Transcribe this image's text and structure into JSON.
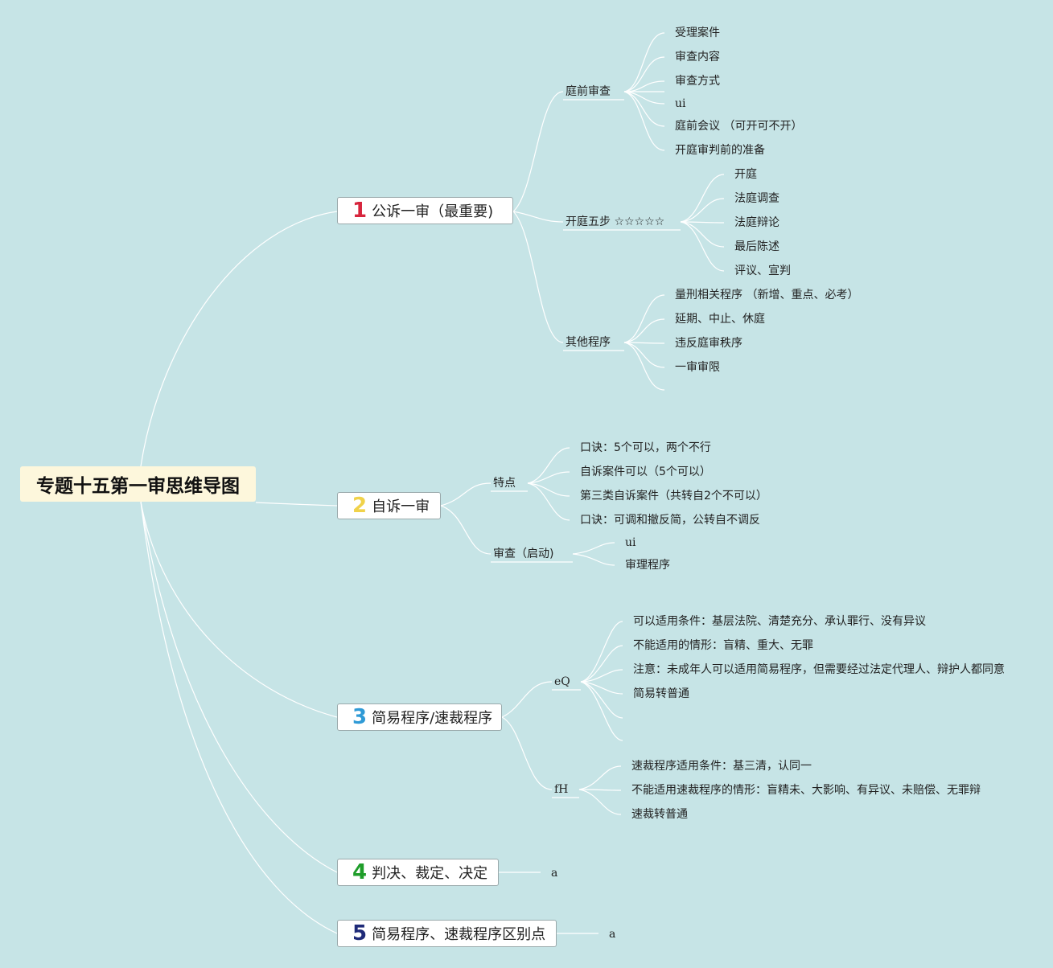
{
  "root": {
    "title": "专题十五第一审思维导图"
  },
  "branches": [
    {
      "num": "1",
      "label": "公诉一审（最重要)",
      "children": [
        {
          "label": "庭前审查",
          "leaves": [
            "受理案件",
            "审查内容",
            "审查方式",
            "ui",
            "庭前会议 （可开可不开）",
            "开庭审判前的准备"
          ]
        },
        {
          "label": "开庭五步 ☆☆☆☆☆",
          "leaves": [
            "开庭",
            "法庭调查",
            "法庭辩论",
            "最后陈述",
            "评议、宣判"
          ]
        },
        {
          "label": "其他程序",
          "leaves": [
            "量刑相关程序 （新增、重点、必考）",
            "延期、中止、休庭",
            "违反庭审秩序",
            "一审审限"
          ]
        }
      ]
    },
    {
      "num": "2",
      "label": "自诉一审",
      "children": [
        {
          "label": "特点",
          "leaves": [
            "口诀：5个可以，两个不行",
            "自诉案件可以（5个可以）",
            "第三类自诉案件（共转自2个不可以）",
            "口诀：可调和撤反简，公转自不调反"
          ]
        },
        {
          "label": "审查（启动)",
          "leaves": [
            "ui",
            "审理程序"
          ]
        }
      ]
    },
    {
      "num": "3",
      "label": "简易程序/速裁程序",
      "children": [
        {
          "label": "eQ",
          "leaves": [
            "可以适用条件：基层法院、清楚充分、承认罪行、没有异议",
            "不能适用的情形：盲精、重大、无罪",
            "注意：未成年人可以适用简易程序，但需要经过法定代理人、辩护人都同意",
            "简易转普通"
          ]
        },
        {
          "label": "fH",
          "leaves": [
            "速裁程序适用条件：基三清，认同一",
            "不能适用速裁程序的情形：盲精未、大影响、有异议、未赔偿、无罪辩",
            "速裁转普通"
          ]
        }
      ]
    },
    {
      "num": "4",
      "label": "判决、裁定、决定",
      "children": [
        {
          "label": "a",
          "leaves": []
        }
      ]
    },
    {
      "num": "5",
      "label": "简易程序、速裁程序区别点",
      "children": [
        {
          "label": "a",
          "leaves": []
        }
      ]
    }
  ]
}
